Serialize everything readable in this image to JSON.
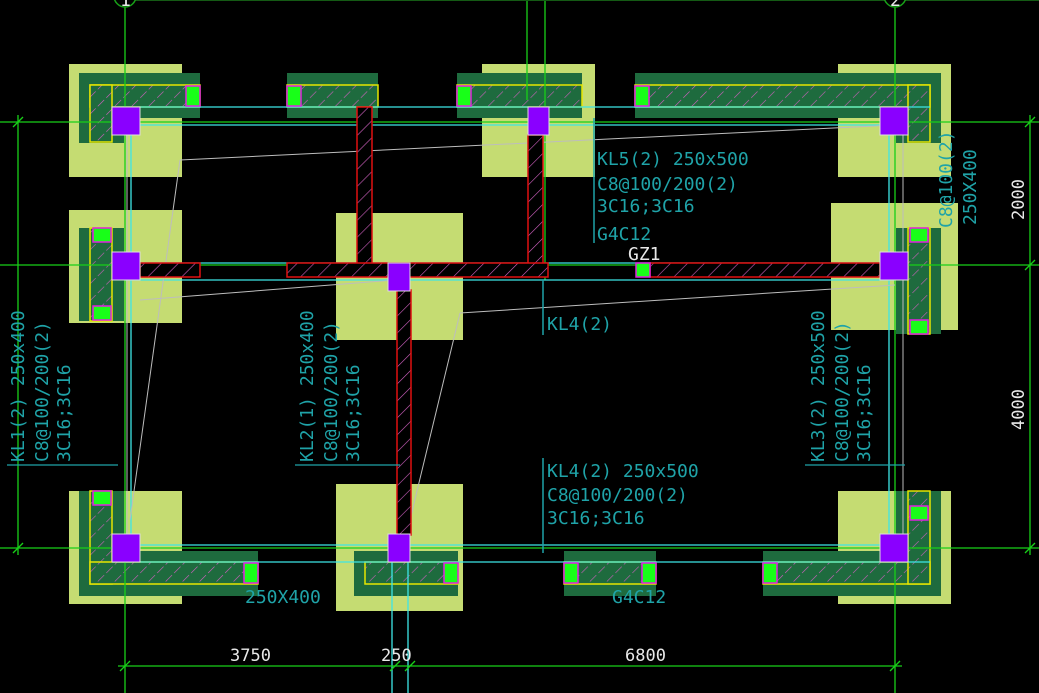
{
  "axes": {
    "left": "1",
    "right": "2"
  },
  "dimensions": {
    "bottom": [
      "3750",
      "250",
      "6800"
    ],
    "right": [
      "2000",
      "4000"
    ]
  },
  "labels": {
    "kl5": [
      "KL5(2) 250x500",
      "C8@100/200(2)",
      "3C16;3C16",
      "G4C12"
    ],
    "gz1": "GZ1",
    "kl4_short": "KL4(2)",
    "kl4": [
      "KL4(2) 250x500",
      "C8@100/200(2)",
      "3C16;3C16"
    ],
    "kl1": [
      "KL1(2) 250x400",
      "C8@100/200(2)",
      "3C16;3C16"
    ],
    "kl2": [
      "KL2(1) 250x400",
      "C8@100/200(2)",
      "3C16;3C16"
    ],
    "kl3": [
      "KL3(2) 250x500",
      "C8@100/200(2)",
      "3C16;3C16"
    ],
    "right_col": [
      "C8@100(2)",
      "250X400"
    ],
    "bottom_left": "250X400",
    "bottom_mid": "G4C12"
  },
  "colors": {
    "background": "#000000",
    "footing": "#c5dc72",
    "wall": "#1e6b3e",
    "column": "#8a00ff",
    "constructional_column": "#18ff18",
    "beam_outline": "#e01010",
    "annotation": "#1fa3a8"
  }
}
